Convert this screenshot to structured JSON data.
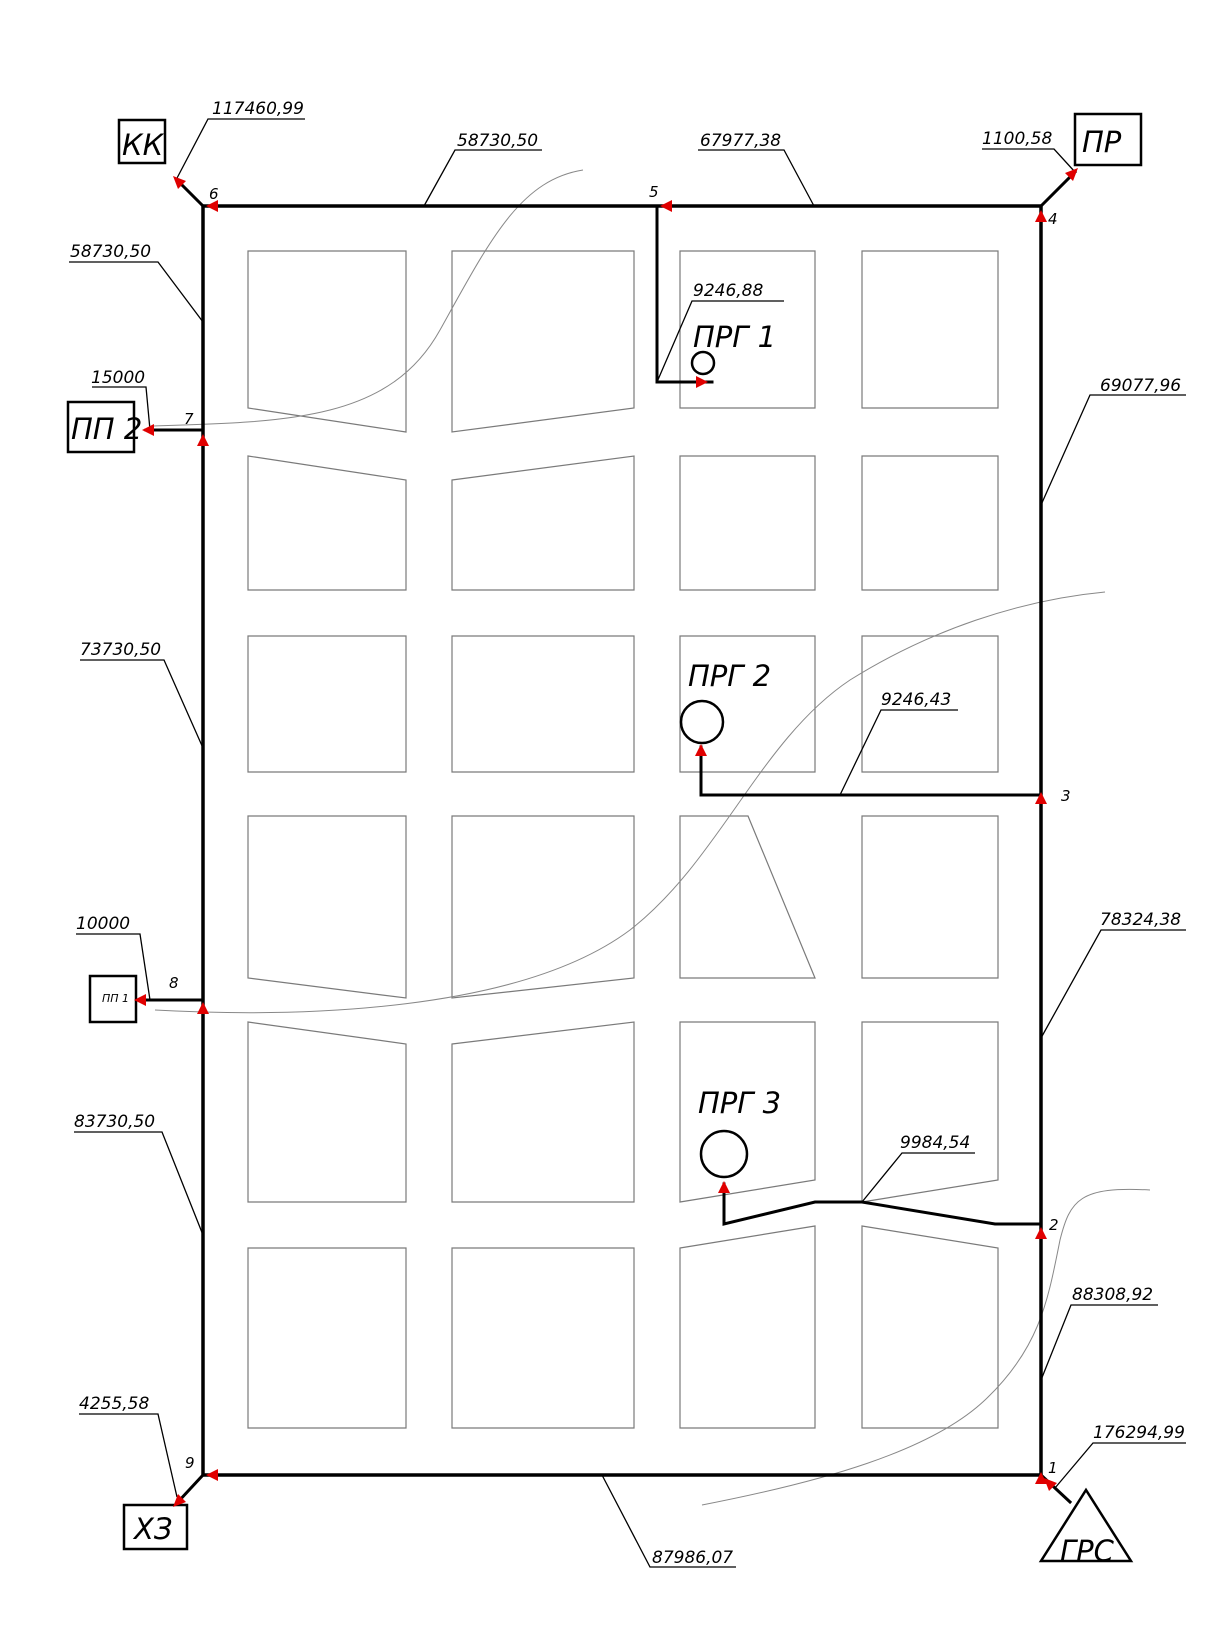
{
  "network": {
    "node_labels": [
      "1",
      "2",
      "3",
      "4",
      "5",
      "6",
      "7",
      "8",
      "9"
    ],
    "consumers": {
      "kk": "КК",
      "pr": "ПР",
      "pp2": "ПП 2",
      "pp1": "ПП 1",
      "hz": "ХЗ",
      "grs": "ГРС",
      "prg1": "ПРГ 1",
      "prg2": "ПРГ 2",
      "prg3": "ПРГ 3"
    },
    "flows": {
      "kk": "117460,99",
      "top_left": "58730,50",
      "top_right": "67977,38",
      "pr": "1100,58",
      "left_top": "58730,50",
      "pp2": "15000",
      "prg1": "9246,88",
      "right_upper": "69077,96",
      "left_mid": "73730,50",
      "prg2": "9246,43",
      "pp1": "10000",
      "right_mid": "78324,38",
      "left_low": "83730,50",
      "prg3": "9984,54",
      "right_low": "88308,92",
      "hz": "4255,58",
      "grs": "176294,99",
      "bottom": "87986,07"
    },
    "colors": {
      "pipe": "#000000",
      "flow_arrow": "#e00000",
      "block_outline": "#7a7a7a"
    }
  }
}
